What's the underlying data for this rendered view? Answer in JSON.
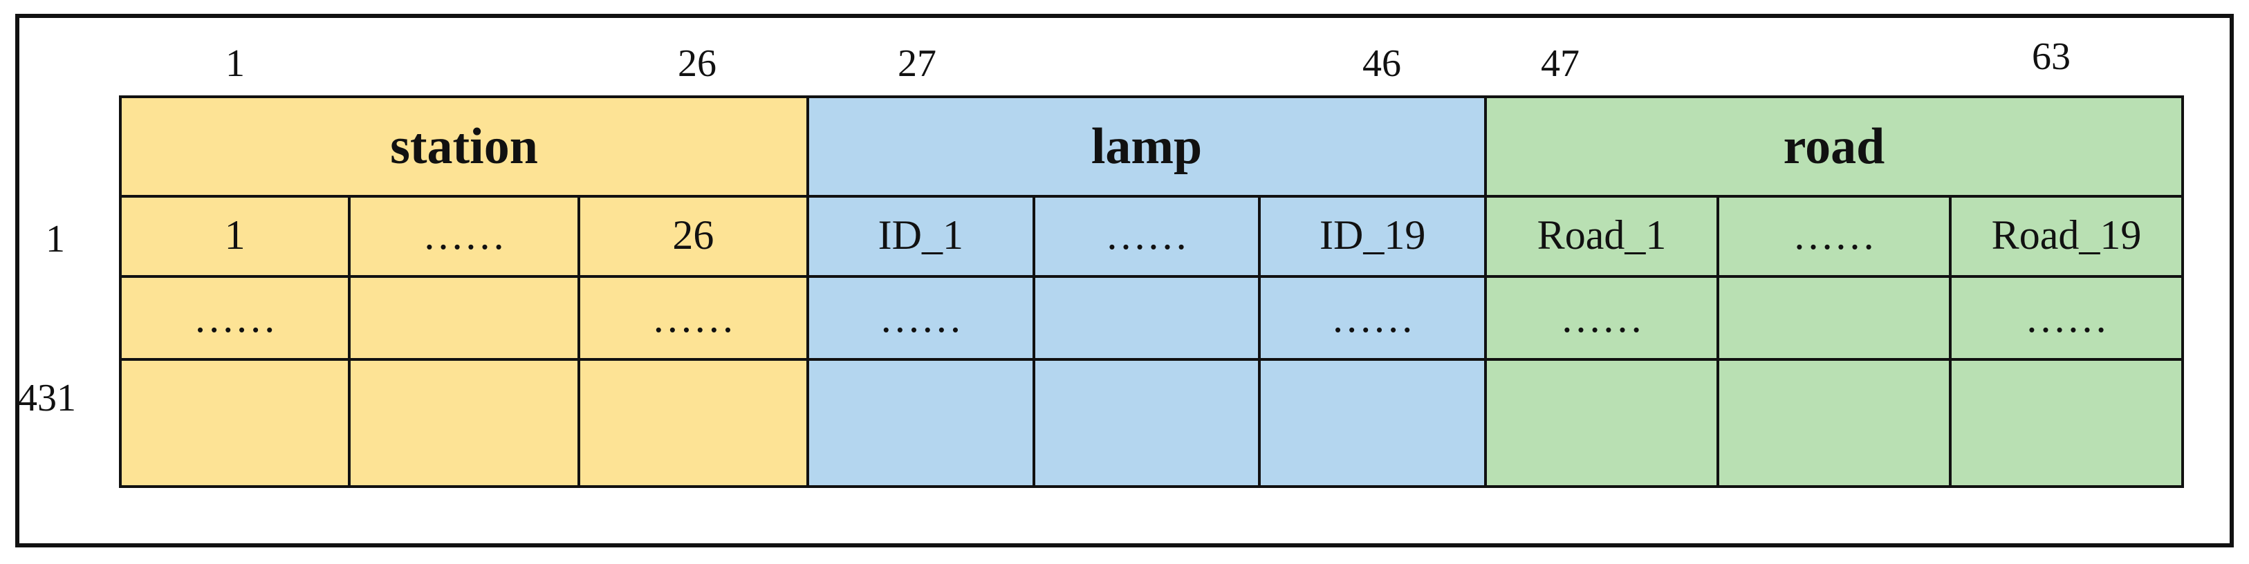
{
  "column_index_labels": [
    {
      "text": "1"
    },
    {
      "text": "26"
    },
    {
      "text": "27"
    },
    {
      "text": "46"
    },
    {
      "text": "47"
    },
    {
      "text": "63"
    }
  ],
  "row_index_labels": [
    {
      "text": "1"
    },
    {
      "text": "431"
    }
  ],
  "blocks": [
    {
      "title": "station",
      "color": "#FDE395",
      "rows": [
        [
          "1",
          "……",
          "26"
        ],
        [
          "……",
          "",
          "……"
        ],
        [
          "",
          "",
          ""
        ]
      ]
    },
    {
      "title": "lamp",
      "color": "#B4D6EF",
      "rows": [
        [
          "ID_1",
          "……",
          "ID_19"
        ],
        [
          "……",
          "",
          "……"
        ],
        [
          "",
          "",
          ""
        ]
      ]
    },
    {
      "title": "road",
      "color": "#B9E0B3",
      "rows": [
        [
          "Road_1",
          "……",
          "Road_19"
        ],
        [
          "……",
          "",
          "……"
        ],
        [
          "",
          "",
          ""
        ]
      ]
    }
  ],
  "border_color": "#111111"
}
